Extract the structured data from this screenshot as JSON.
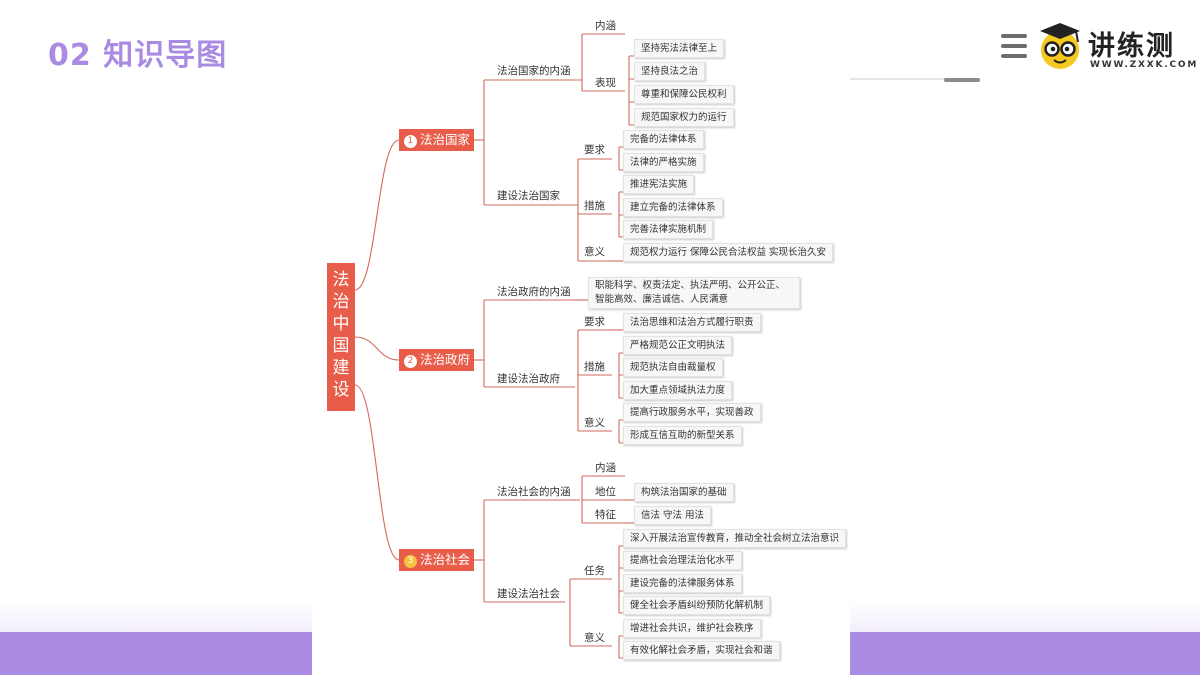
{
  "header": {
    "title": "02 知识导图"
  },
  "brand": {
    "name": "讲练测",
    "url": "WWW.ZXXK.COM",
    "accent": "#a98be4",
    "node_color": "#e85c4a",
    "line_color": "#d06a5c"
  },
  "mindmap": {
    "root": "法治中国建设",
    "b1": {
      "num": "1",
      "label": "法治国家",
      "c1": {
        "label": "法治国家的内涵",
        "neihan": "内涵",
        "biaoxian": "表现",
        "items": [
          "坚持宪法法律至上",
          "坚持良法之治",
          "尊重和保障公民权利",
          "规范国家权力的运行"
        ]
      },
      "c2": {
        "label": "建设法治国家",
        "yaoqiu": "要求",
        "yaoqiu_items": [
          "完备的法律体系",
          "法律的严格实施"
        ],
        "cuoshi": "措施",
        "cuoshi_items": [
          "推进宪法实施",
          "建立完备的法律体系",
          "完善法律实施机制"
        ],
        "yiyi": "意义",
        "yiyi_item": "规范权力运行 保障公民合法权益 实现长治久安"
      }
    },
    "b2": {
      "num": "2",
      "label": "法治政府",
      "c1": {
        "label": "法治政府的内涵",
        "item": "职能科学、权责法定、执法严明、公开公正、智能高效、廉洁诚信、人民满意"
      },
      "c2": {
        "label": "建设法治政府",
        "yaoqiu": "要求",
        "yaoqiu_item": "法治思维和法治方式履行职责",
        "cuoshi": "措施",
        "cuoshi_items": [
          "严格规范公正文明执法",
          "规范执法自由裁量权",
          "加大重点领域执法力度"
        ],
        "yiyi": "意义",
        "yiyi_items": [
          "提高行政服务水平，实现善政",
          "形成互信互助的新型关系"
        ]
      }
    },
    "b3": {
      "num": "3",
      "label": "法治社会",
      "c1": {
        "label": "法治社会的内涵",
        "neihan": "内涵",
        "diwei": "地位",
        "diwei_item": "构筑法治国家的基础",
        "tezheng": "特征",
        "tezheng_item": "信法 守法 用法"
      },
      "c2": {
        "label": "建设法治社会",
        "renwu": "任务",
        "renwu_items": [
          "深入开展法治宣传教育，推动全社会树立法治意识",
          "提高社会治理法治化水平",
          "建设完备的法律服务体系",
          "健全社会矛盾纠纷预防化解机制"
        ],
        "yiyi": "意义",
        "yiyi_items": [
          "增进社会共识，维护社会秩序",
          "有效化解社会矛盾，实现社会和谐"
        ]
      }
    }
  }
}
